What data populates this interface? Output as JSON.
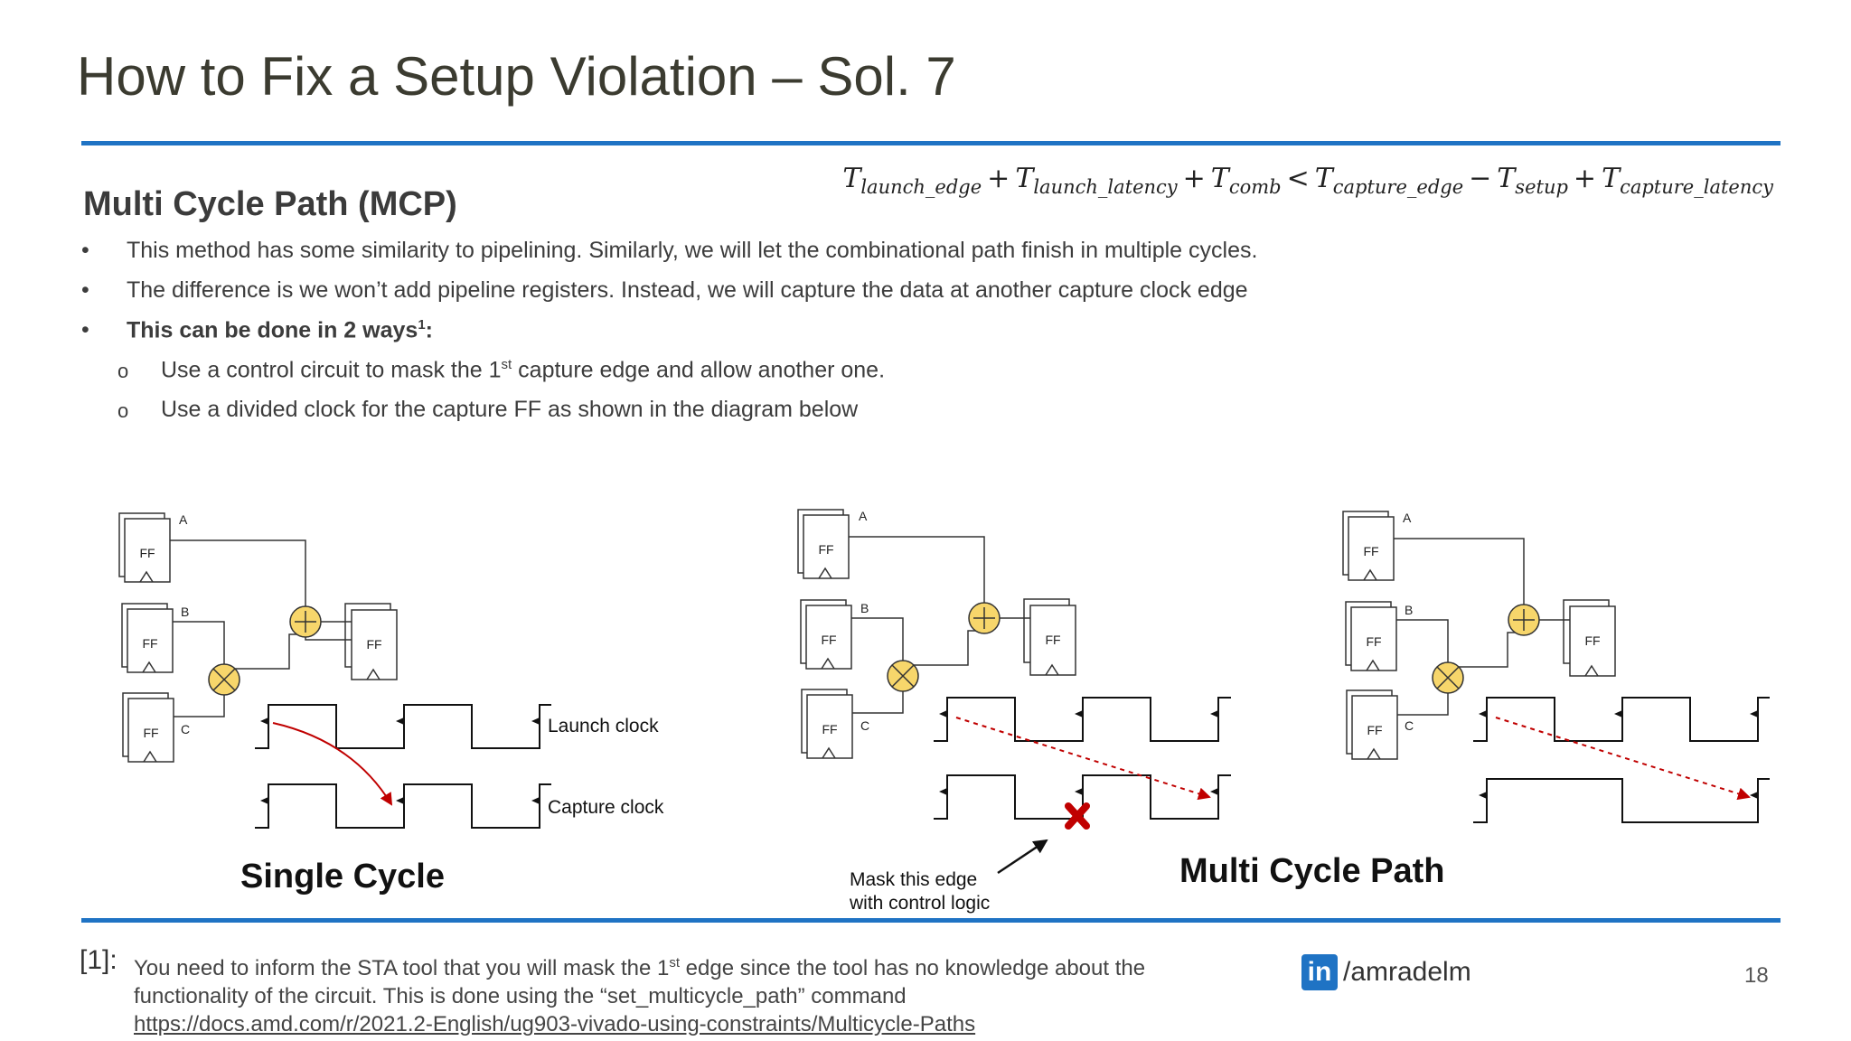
{
  "slide": {
    "title": "How to Fix a Setup Violation – Sol. 7",
    "heading": "Multi Cycle Path (MCP)",
    "formula": {
      "t1": "launch_edge",
      "t2": "launch_latency",
      "t3": "comb",
      "t4": "capture_edge",
      "t5": "setup",
      "t6": "capture_latency"
    },
    "bullets": [
      "This method has some similarity to pipelining. Similarly, we will let the combinational path finish in multiple cycles.",
      "The difference is we won’t add pipeline registers. Instead, we will capture the data at another capture clock edge",
      "This can be done in 2 ways",
      "Use a control circuit to mask the 1",
      "Use a divided clock for the capture FF as shown in the diagram below"
    ],
    "bullet3_sup": "1",
    "bullet3_colon": ":",
    "sub1_sup": "st",
    "sub1_rest": " capture edge and allow another one.",
    "bullet_marker": "•",
    "sub_marker": "o"
  },
  "diagrams": {
    "ff_label": "FF",
    "input_a": "A",
    "input_b": "B",
    "input_c": "C",
    "launch_clock": "Launch clock",
    "capture_clock": "Capture clock",
    "single_cycle_label": "Single Cycle",
    "mask_note_line1": "Mask this edge",
    "mask_note_line2": "with control logic",
    "multi_cycle_label": "Multi Cycle Path",
    "adder_symbol": "+"
  },
  "footnote": {
    "ref": "[1]:",
    "line1_a": "You need to inform the STA tool that you will mask the 1",
    "line1_sup": "st",
    "line1_b": " edge since the tool has no knowledge about the",
    "line2": "functionality of the circuit. This is done using the “set_multicycle_path” command",
    "link": "https://docs.amd.com/r/2021.2-English/ug903-vivado-using-constraints/Multicycle-Paths"
  },
  "branding": {
    "linkedin_icon": "in",
    "handle": "/amradelm"
  },
  "page_number": "18",
  "colors": {
    "accent": "#1f73c4",
    "adder_fill": "#f7d66b",
    "arrow_red": "#c00000"
  }
}
